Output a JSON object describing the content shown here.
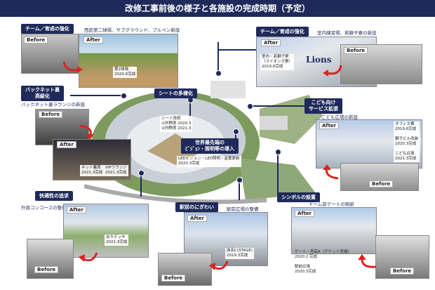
{
  "title": "改修工事前後の様子と各施設の完成時期（予定）",
  "sections": {
    "team1": {
      "tag": "チーム／育成の強化",
      "sub": "西武第二球場、サブグラウンド、ブルペン新設",
      "before": "Before",
      "after": "After",
      "note": "第2球場\n2020.6完成"
    },
    "team2": {
      "tag": "チーム／育成の強化",
      "sub": "室内練習場、若獅子寮の新設",
      "before": "Before",
      "after": "After",
      "note": "室内・若獅子寮\n（ライオンズ寮）\n2019.6完成",
      "sign": "Lions"
    },
    "backnet": {
      "tag": "バックネット裏\n高級化",
      "sub": "バックネット裏ラウンジの新設",
      "before": "Before",
      "after": "After",
      "note1": "ネット裏席\n2021.3完成",
      "note2": "VIPラウンジ\n2021.3完成"
    },
    "seats": {
      "tag": "シートの多様化",
      "note": "シート改修\n①外野席 2020.3\n②内野席 2021.3"
    },
    "vision": {
      "tag": "世界最先端の\nﾋﾞｼﾞｮﾝ・照明等の導入",
      "note": "LEDビジョン・LED照明・音響更新\n2020.3完成"
    },
    "kids": {
      "tag": "こども向け\nサービス拡張",
      "sub": "こども広場の新設",
      "after": "After",
      "before": "Before",
      "note": "オフィス棟\n2019.6完成\n\n獅子ビル改装\n2020.3完成\n\nこども広場\n2021.3完成"
    },
    "comfort": {
      "tag": "快適性の追求",
      "sub": "外周コンコースの整備",
      "after": "After",
      "before": "Before",
      "note": "炎々デッキ\n2021.3完成"
    },
    "station": {
      "tag": "駅前のにぎわい",
      "sub": "駅前広場の整備",
      "after": "After",
      "before": "Before",
      "note": "商店C(STAGE)\n2019.3完成"
    },
    "symbol": {
      "tag": "シンボルの設置",
      "sub": "ドーム前ゲートの刷新",
      "after": "After",
      "before": "Before",
      "note": "ゲート・売店A（チケット売場）\n2020.2 完成\n\n駅前広場\n2020.3完成"
    }
  },
  "colors": {
    "navy": "#1f2a5a",
    "red": "#d9231f"
  }
}
